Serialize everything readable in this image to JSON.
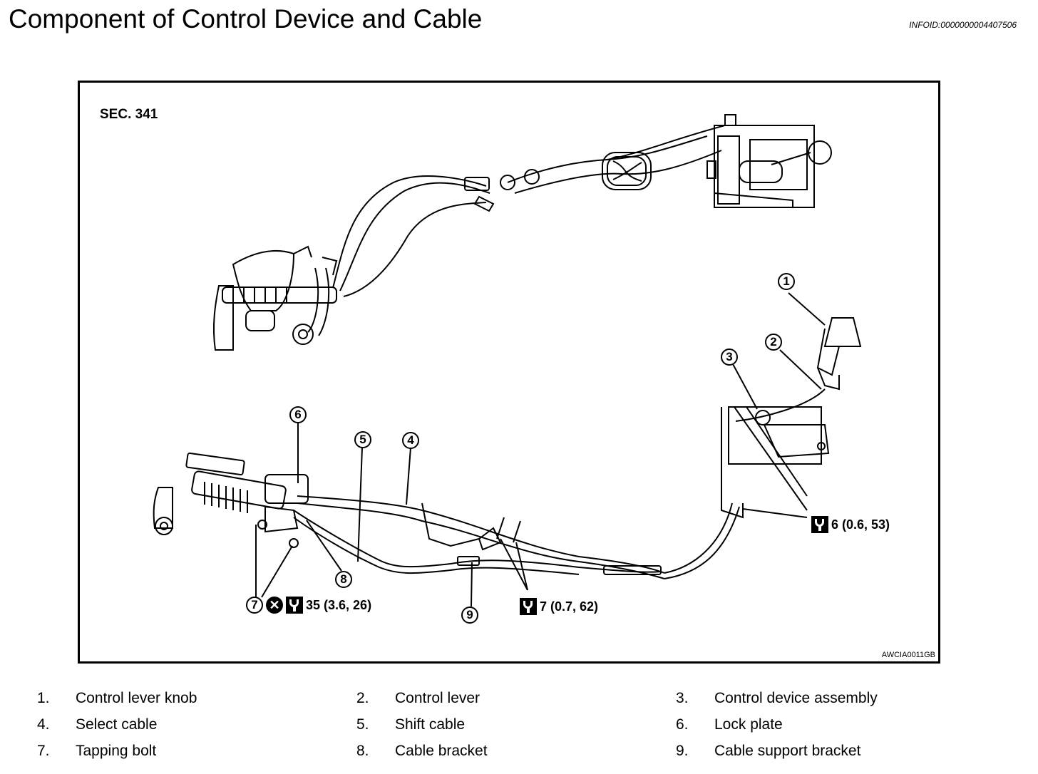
{
  "header": {
    "title": "Component of Control Device and Cable",
    "info_id": "INFOID:0000000004407506"
  },
  "figure": {
    "section": "SEC. 341",
    "code": "AWCIA0011GB",
    "callouts": [
      "1",
      "2",
      "3",
      "4",
      "5",
      "6",
      "7",
      "8",
      "9"
    ],
    "torque": {
      "t6": "6 (0.6, 53)",
      "t35": "35 (3.6, 26)",
      "t7": "7 (0.7, 62)",
      "seven_label": "7"
    }
  },
  "legend": [
    {
      "num": "1.",
      "label": "Control lever knob"
    },
    {
      "num": "2.",
      "label": "Control lever"
    },
    {
      "num": "3.",
      "label": "Control device assembly"
    },
    {
      "num": "4.",
      "label": "Select cable"
    },
    {
      "num": "5.",
      "label": "Shift cable"
    },
    {
      "num": "6.",
      "label": "Lock plate"
    },
    {
      "num": "7.",
      "label": "Tapping bolt"
    },
    {
      "num": "8.",
      "label": "Cable bracket"
    },
    {
      "num": "9.",
      "label": "Cable support bracket"
    }
  ]
}
